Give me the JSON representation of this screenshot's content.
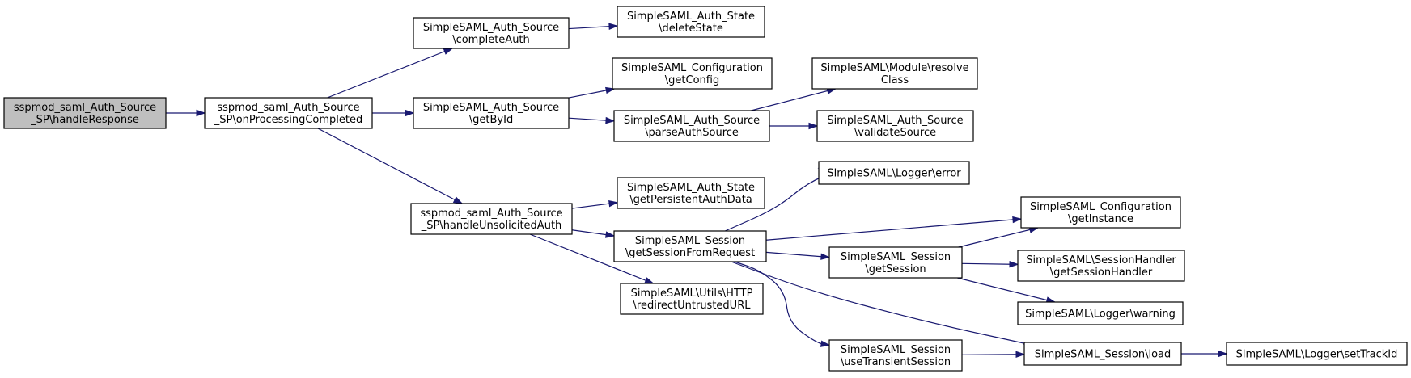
{
  "colors": {
    "node_fill": "#ffffff",
    "root_fill": "#bfbfbf",
    "node_border": "#000000",
    "edge": "#191970"
  },
  "nodes": [
    {
      "id": "n0",
      "lines": [
        "sspmod_saml_Auth_Source",
        "_SP\\handleResponse"
      ],
      "root": true
    },
    {
      "id": "n1",
      "lines": [
        "sspmod_saml_Auth_Source",
        "_SP\\onProcessingCompleted"
      ]
    },
    {
      "id": "n2",
      "lines": [
        "SimpleSAML_Auth_Source",
        "\\completeAuth"
      ]
    },
    {
      "id": "n3",
      "lines": [
        "SimpleSAML_Auth_Source",
        "\\getById"
      ]
    },
    {
      "id": "n4",
      "lines": [
        "sspmod_saml_Auth_Source",
        "_SP\\handleUnsolicitedAuth"
      ]
    },
    {
      "id": "n5",
      "lines": [
        "SimpleSAML_Auth_State",
        "\\deleteState"
      ]
    },
    {
      "id": "n6",
      "lines": [
        "SimpleSAML_Configuration",
        "\\getConfig"
      ]
    },
    {
      "id": "n7",
      "lines": [
        "SimpleSAML_Auth_Source",
        "\\parseAuthSource"
      ]
    },
    {
      "id": "n8",
      "lines": [
        "SimpleSAML_Auth_State",
        "\\getPersistentAuthData"
      ]
    },
    {
      "id": "n9",
      "lines": [
        "SimpleSAML_Session",
        "\\getSessionFromRequest"
      ]
    },
    {
      "id": "n10",
      "lines": [
        "SimpleSAML\\Utils\\HTTP",
        "\\redirectUntrustedURL"
      ]
    },
    {
      "id": "n11",
      "lines": [
        "SimpleSAML\\Module\\resolve",
        "Class"
      ]
    },
    {
      "id": "n12",
      "lines": [
        "SimpleSAML_Auth_Source",
        "\\validateSource"
      ]
    },
    {
      "id": "n13",
      "lines": [
        "SimpleSAML\\Logger\\error"
      ]
    },
    {
      "id": "n14",
      "lines": [
        "SimpleSAML_Session",
        "\\getSession"
      ]
    },
    {
      "id": "n15",
      "lines": [
        "SimpleSAML_Session",
        "\\useTransientSession"
      ]
    },
    {
      "id": "n16",
      "lines": [
        "SimpleSAML_Configuration",
        "\\getInstance"
      ]
    },
    {
      "id": "n17",
      "lines": [
        "SimpleSAML\\SessionHandler",
        "\\getSessionHandler"
      ]
    },
    {
      "id": "n18",
      "lines": [
        "SimpleSAML\\Logger\\warning"
      ]
    },
    {
      "id": "n19",
      "lines": [
        "SimpleSAML_Session\\load"
      ]
    },
    {
      "id": "n20",
      "lines": [
        "SimpleSAML\\Logger\\setTrackId"
      ]
    }
  ],
  "edges": [
    {
      "from": "n0",
      "to": "n1"
    },
    {
      "from": "n1",
      "to": "n2"
    },
    {
      "from": "n1",
      "to": "n3"
    },
    {
      "from": "n1",
      "to": "n4"
    },
    {
      "from": "n2",
      "to": "n5"
    },
    {
      "from": "n3",
      "to": "n6"
    },
    {
      "from": "n3",
      "to": "n7"
    },
    {
      "from": "n7",
      "to": "n11"
    },
    {
      "from": "n7",
      "to": "n12"
    },
    {
      "from": "n4",
      "to": "n8"
    },
    {
      "from": "n4",
      "to": "n9"
    },
    {
      "from": "n4",
      "to": "n10"
    },
    {
      "from": "n9",
      "to": "n13"
    },
    {
      "from": "n9",
      "to": "n16"
    },
    {
      "from": "n9",
      "to": "n14"
    },
    {
      "from": "n9",
      "to": "n19"
    },
    {
      "from": "n9",
      "to": "n15"
    },
    {
      "from": "n14",
      "to": "n16"
    },
    {
      "from": "n14",
      "to": "n17"
    },
    {
      "from": "n14",
      "to": "n18"
    },
    {
      "from": "n15",
      "to": "n19"
    },
    {
      "from": "n19",
      "to": "n20"
    }
  ]
}
